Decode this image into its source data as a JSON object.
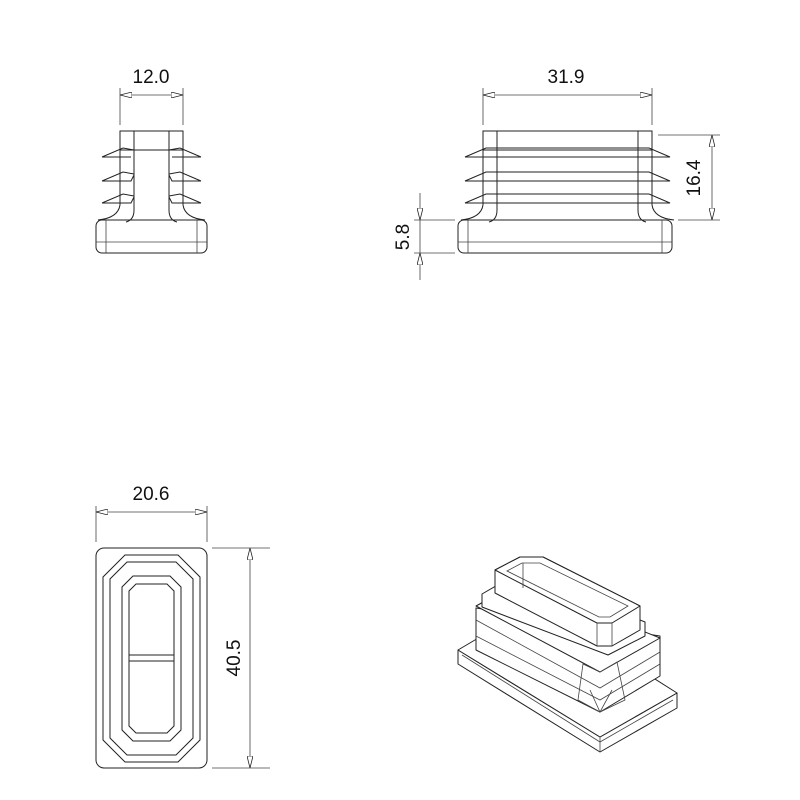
{
  "drawing": {
    "front_view": {
      "width_label": "12.0"
    },
    "side_view": {
      "length_label": "31.9",
      "height_label": "16.4",
      "flange_label": "5.8"
    },
    "top_view": {
      "width_label": "20.6",
      "length_label": "40.5"
    },
    "iso_view": {},
    "line_color": "#222222",
    "background": "#ffffff"
  }
}
